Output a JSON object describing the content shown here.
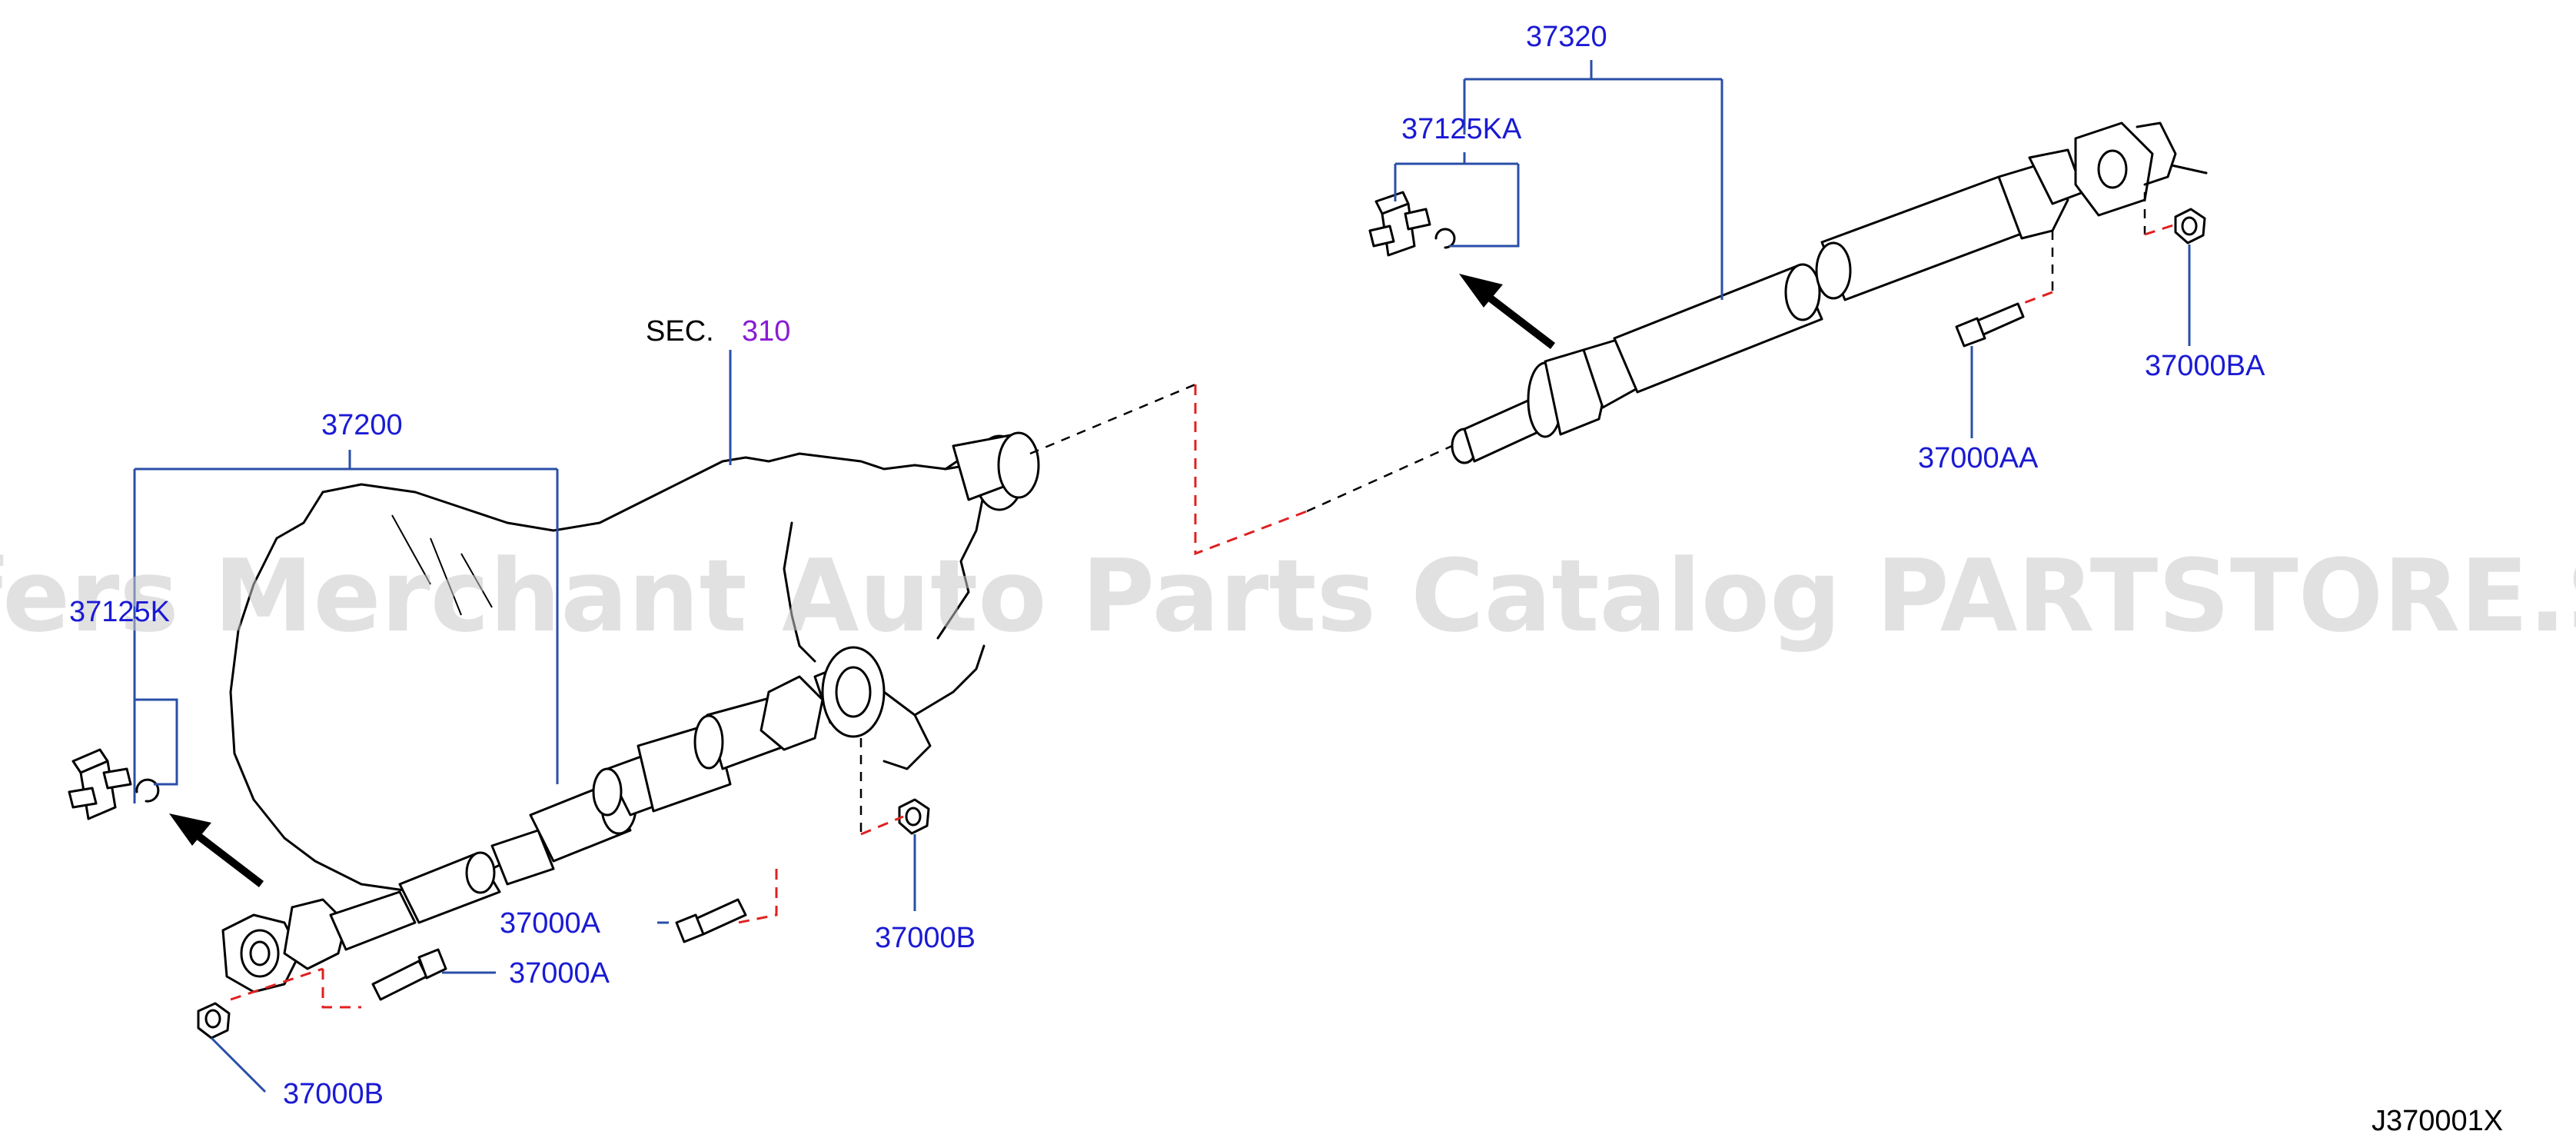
{
  "diagram": {
    "figure_code": "J370001X",
    "watermark": "Offers Merchant Auto Parts Catalog PARTSTORE.SA",
    "section_ref": {
      "prefix": "SEC.",
      "number": "310"
    },
    "labels": {
      "assembly_front": "37200",
      "spider_front": "37125K",
      "bolt_front_lower": "37000A",
      "bolt_front_upper": "37000A",
      "nut_front_lower": "37000B",
      "nut_front_upper": "37000B",
      "assembly_rear": "37320",
      "spider_rear": "37125KA",
      "bolt_rear": "37000AA",
      "nut_rear": "37000BA"
    },
    "colors": {
      "part_label": "#1a1ad4",
      "section_number": "#8a1ad4",
      "leader_line": "#2a4fa8",
      "dashed_connector": "#e02020",
      "watermark": "#c9c9c9"
    }
  }
}
